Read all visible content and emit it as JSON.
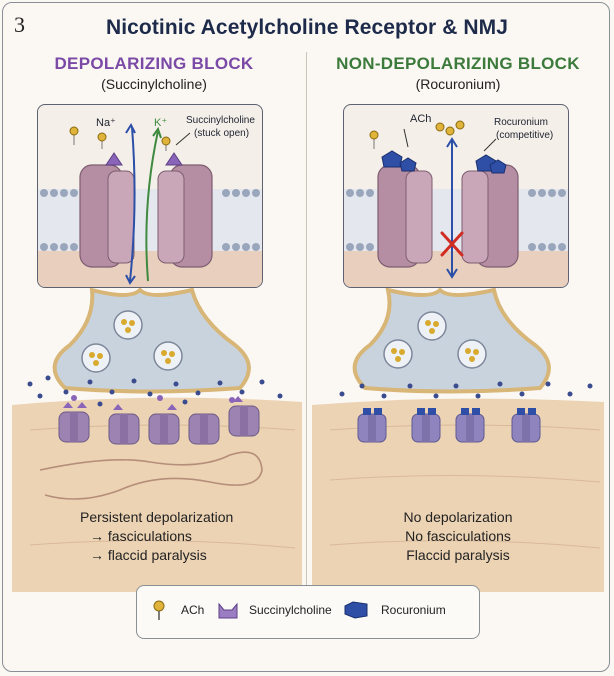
{
  "figure_number": "3",
  "title": "Nicotinic Acetylcholine Receptor & NMJ",
  "left": {
    "heading": "DEPOLARIZING BLOCK",
    "subheading": "(Succinylcholine)",
    "heading_color": "#7a4aa6",
    "labels": {
      "na": "Na⁺",
      "k": "K⁺",
      "drug": "Succinylcholine",
      "drug_note": "(stuck open)"
    },
    "caption": [
      "Persistent depolarization",
      "→ fasciculations",
      "→ flaccid paralysis"
    ]
  },
  "right": {
    "heading": "NON-DEPOLARIZING BLOCK",
    "subheading": "(Rocuronium)",
    "heading_color": "#3c7a3c",
    "labels": {
      "ach": "ACh",
      "drug": "Rocuronium",
      "drug_note": "(competitive)"
    },
    "caption": [
      "No depolarization",
      "No fasciculations",
      "Flaccid paralysis"
    ]
  },
  "legend": [
    {
      "icon": "ach-molecule-icon",
      "label": "ACh"
    },
    {
      "icon": "succinylcholine-icon",
      "label": "Succinylcholine"
    },
    {
      "icon": "rocuronium-icon",
      "label": "Rocuronium"
    }
  ],
  "colors": {
    "receptor": "#b58ea3",
    "succinylcholine": "#8a64b8",
    "rocuronium": "#2f4fa6",
    "ach": "#e0b43a",
    "muscle": "#ecd3b4"
  }
}
